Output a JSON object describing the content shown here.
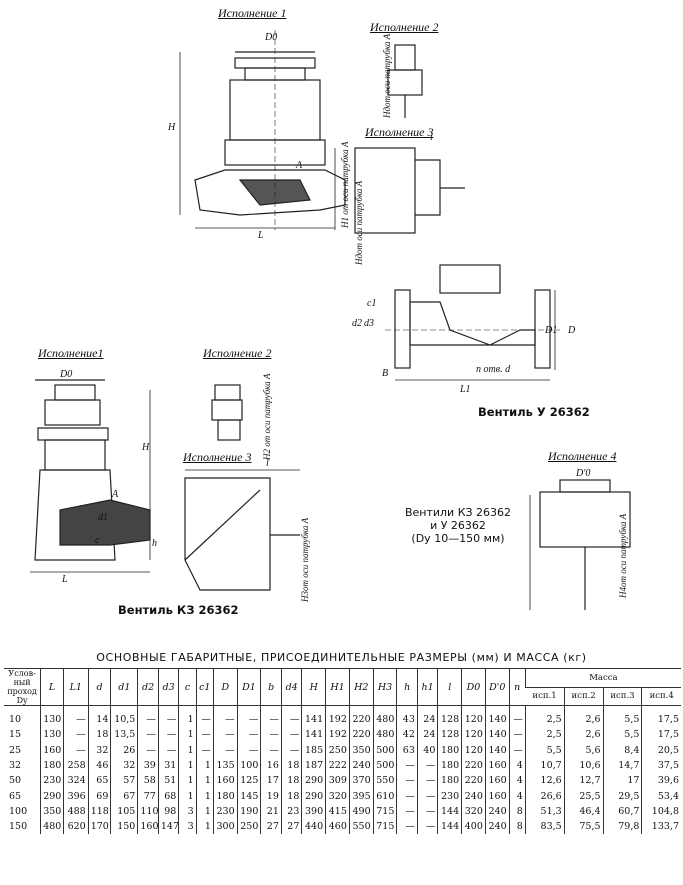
{
  "figure": {
    "ispolnenie1_top": "Исполнение 1",
    "ispolnenie2_top": "Исполнение 2",
    "ispolnenie3_top": "Исполнение 3",
    "ispolnenie1_bottom": "Исполнение1",
    "ispolnenie2_bottom": "Исполнение 2",
    "ispolnenie3_bottom": "Исполнение 3",
    "ispolnenie4": "Исполнение 4",
    "h_axis_label": "Hдот оси патрубка A",
    "h1_axis_label": "H1 от оси патрубка A",
    "h2_axis_label": "H2 от оси патрубка A",
    "h3_axis_label": "H3от оси патрубка A",
    "h4_axis_label": "H4от оси патрубка A",
    "h_bottom_label": "Hдот оси патрубка A",
    "n_otv": "n отв. d",
    "valve_u": "Вентиль У 26362",
    "valve_kz": "Вентиль КЗ 26362",
    "note_line1": "Вентили КЗ 26362",
    "note_line2": "и У 26362",
    "note_line3": "(Dу 10—150 мм)",
    "dims": {
      "D0": "D0",
      "H": "H",
      "L": "L",
      "A": "A",
      "l": "l",
      "L1": "L1",
      "B": "B",
      "D": "D",
      "D1": "D1",
      "d2": "d2",
      "d3": "d3",
      "c1": "c1",
      "c": "c",
      "d": "d",
      "h": "h",
      "D0p": "D'0",
      "d1": "d1"
    }
  },
  "table": {
    "title": "ОСНОВНЫЕ ГАБАРИТНЫЕ, ПРИСОЕДИНИТЕЛЬНЫЕ РАЗМЕРЫ (мм) И МАССА (кг)",
    "dn_header": "Услов-ный проход Dy",
    "columns": [
      "L",
      "L1",
      "d",
      "d1",
      "d2",
      "d3",
      "c",
      "c1",
      "D",
      "D1",
      "b",
      "d4",
      "H",
      "H1",
      "H2",
      "H3",
      "h",
      "h1",
      "l",
      "D0",
      "D'0",
      "n"
    ],
    "mass_header": "Масса",
    "mass_columns": [
      "исп.1",
      "исп.2",
      "исп.3",
      "исп.4"
    ],
    "rows": [
      [
        "10",
        "130",
        "—",
        "14",
        "10,5",
        "—",
        "—",
        "1",
        "—",
        "—",
        "—",
        "—",
        "—",
        "141",
        "192",
        "220",
        "480",
        "43",
        "24",
        "128",
        "120",
        "140",
        "—",
        "2,5",
        "2,6",
        "5,5",
        "17,5"
      ],
      [
        "15",
        "130",
        "—",
        "18",
        "13,5",
        "—",
        "—",
        "1",
        "—",
        "—",
        "—",
        "—",
        "—",
        "141",
        "192",
        "220",
        "480",
        "42",
        "24",
        "128",
        "120",
        "140",
        "—",
        "2,5",
        "2,6",
        "5,5",
        "17,5"
      ],
      [
        "25",
        "160",
        "—",
        "32",
        "26",
        "—",
        "—",
        "1",
        "—",
        "—",
        "—",
        "—",
        "—",
        "185",
        "250",
        "350",
        "500",
        "63",
        "40",
        "180",
        "120",
        "140",
        "—",
        "5,5",
        "5,6",
        "8,4",
        "20,5"
      ],
      [
        "32",
        "180",
        "258",
        "46",
        "32",
        "39",
        "31",
        "1",
        "1",
        "135",
        "100",
        "16",
        "18",
        "187",
        "222",
        "240",
        "500",
        "—",
        "—",
        "180",
        "220",
        "160",
        "4",
        "10,7",
        "10,6",
        "14,7",
        "37,5"
      ],
      [
        "50",
        "230",
        "324",
        "65",
        "57",
        "58",
        "51",
        "1",
        "1",
        "160",
        "125",
        "17",
        "18",
        "290",
        "309",
        "370",
        "550",
        "—",
        "—",
        "180",
        "220",
        "160",
        "4",
        "12,6",
        "12,7",
        "17",
        "39,6"
      ],
      [
        "65",
        "290",
        "396",
        "69",
        "67",
        "77",
        "68",
        "1",
        "1",
        "180",
        "145",
        "19",
        "18",
        "290",
        "320",
        "395",
        "610",
        "—",
        "—",
        "230",
        "240",
        "160",
        "4",
        "26,6",
        "25,5",
        "29,5",
        "53,4"
      ],
      [
        "100",
        "350",
        "488",
        "118",
        "105",
        "110",
        "98",
        "3",
        "1",
        "230",
        "190",
        "21",
        "23",
        "390",
        "415",
        "490",
        "715",
        "—",
        "—",
        "144",
        "320",
        "240",
        "8",
        "51,3",
        "46,4",
        "60,7",
        "104,8"
      ],
      [
        "150",
        "480",
        "620",
        "170",
        "150",
        "160",
        "147",
        "3",
        "1",
        "300",
        "250",
        "27",
        "27",
        "440",
        "460",
        "550",
        "715",
        "—",
        "—",
        "144",
        "400",
        "240",
        "8",
        "83,5",
        "75,5",
        "79,8",
        "133,7"
      ]
    ]
  }
}
